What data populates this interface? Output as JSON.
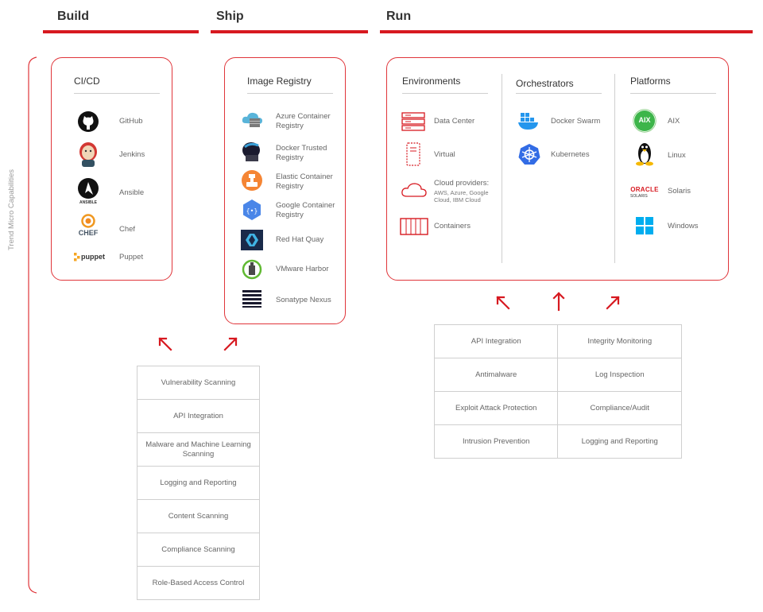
{
  "phases": {
    "build": "Build",
    "ship": "Ship",
    "run": "Run"
  },
  "side_label": "Trend Micro Capabilities",
  "cicd": {
    "title": "CI/CD",
    "items": [
      {
        "label": "GitHub",
        "icon": "github-icon"
      },
      {
        "label": "Jenkins",
        "icon": "jenkins-icon"
      },
      {
        "label": "Ansible",
        "icon": "ansible-icon",
        "icon_caption": "ANSIBLE"
      },
      {
        "label": "Chef",
        "icon": "chef-icon",
        "icon_caption": "CHEF"
      },
      {
        "label": "Puppet",
        "icon": "puppet-icon",
        "icon_caption": "puppet"
      }
    ]
  },
  "registry": {
    "title": "Image Registry",
    "items": [
      {
        "label": "Azure Container Registry",
        "icon": "azure-container-registry-icon"
      },
      {
        "label": "Docker Trusted Registry",
        "icon": "docker-trusted-registry-icon"
      },
      {
        "label": "Elastic Container Registry",
        "icon": "elastic-container-registry-icon"
      },
      {
        "label": "Google Container Registry",
        "icon": "google-container-registry-icon"
      },
      {
        "label": "Red Hat Quay",
        "icon": "red-hat-quay-icon"
      },
      {
        "label": "VMware Harbor",
        "icon": "vmware-harbor-icon"
      },
      {
        "label": "Sonatype Nexus",
        "icon": "sonatype-nexus-icon"
      }
    ]
  },
  "environments": {
    "title": "Environments",
    "items": [
      {
        "label": "Data Center",
        "icon": "server-rack-icon"
      },
      {
        "label": "Virtual",
        "icon": "virtual-server-icon"
      },
      {
        "label": "Cloud providers:",
        "sublabel": "AWS, Azure, Google Cloud, IBM Cloud",
        "icon": "cloud-icon"
      },
      {
        "label": "Containers",
        "icon": "container-icon"
      }
    ]
  },
  "orchestrators": {
    "title": "Orchestrators",
    "items": [
      {
        "label": "Docker Swarm",
        "icon": "docker-swarm-icon"
      },
      {
        "label": "Kubernetes",
        "icon": "kubernetes-icon"
      }
    ]
  },
  "platforms": {
    "title": "Platforms",
    "items": [
      {
        "label": "AIX",
        "icon": "aix-icon",
        "icon_caption": "AIX"
      },
      {
        "label": "Linux",
        "icon": "linux-penguin-icon"
      },
      {
        "label": "Solaris",
        "icon": "oracle-solaris-icon",
        "icon_caption": "ORACLE",
        "icon_subcaption": "SOLARIS"
      },
      {
        "label": "Windows",
        "icon": "windows-icon"
      }
    ]
  },
  "build_capabilities": [
    "Vulnerability Scanning",
    "API Integration",
    "Malware and Machine Learning Scanning",
    "Logging and Reporting",
    "Content Scanning",
    "Compliance Scanning",
    "Role-Based Access Control"
  ],
  "run_capabilities": [
    [
      "API Integration",
      "Integrity Monitoring"
    ],
    [
      "Antimalware",
      "Log Inspection"
    ],
    [
      "Exploit Attack Protection",
      "Compliance/Audit"
    ],
    [
      "Intrusion Prevention",
      "Logging and Reporting"
    ]
  ],
  "colors": {
    "accent_red": "#d71920",
    "card_border": "#e0353a",
    "divider_gray": "#cfcfcf"
  }
}
